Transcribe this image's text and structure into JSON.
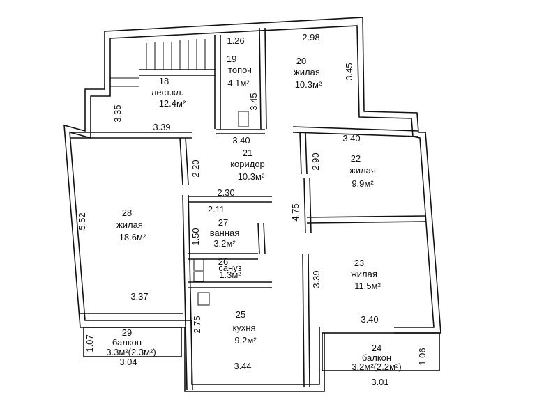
{
  "rooms": [
    {
      "num": "18",
      "name": "лест.кл.",
      "area": "12.4м²"
    },
    {
      "num": "19",
      "name": "топоч",
      "area": "4.1м²"
    },
    {
      "num": "20",
      "name": "жилая",
      "area": "10.3м²"
    },
    {
      "num": "21",
      "name": "коридор",
      "area": "10.3м²"
    },
    {
      "num": "22",
      "name": "жилая",
      "area": "9.9м²"
    },
    {
      "num": "23",
      "name": "жилая",
      "area": "11.5м²"
    },
    {
      "num": "25",
      "name": "кухня",
      "area": "9.2м²"
    },
    {
      "num": "26",
      "name": "сануз",
      "area": "1.3м²"
    },
    {
      "num": "27",
      "name": "ванная",
      "area": "3.2м²"
    },
    {
      "num": "28",
      "name": "жилая",
      "area": "18.6м²"
    },
    {
      "num": "29",
      "name": "балкон",
      "area": "3.3м²(2.3м²)"
    },
    {
      "num": "24",
      "name": "балкон",
      "area": "3.2м²(2.2м²)"
    }
  ],
  "dims": [
    "1.26",
    "2.98",
    "3.45",
    "3.45",
    "3.35",
    "3.39",
    "3.40",
    "3.40",
    "2.90",
    "2.20",
    "2.30",
    "2.11",
    "1.50",
    "4.75",
    "5.52",
    "3.37",
    "3.39",
    "3.40",
    "2.75",
    "3.44",
    "1.07",
    "3.04",
    "1.06",
    "3.01"
  ]
}
